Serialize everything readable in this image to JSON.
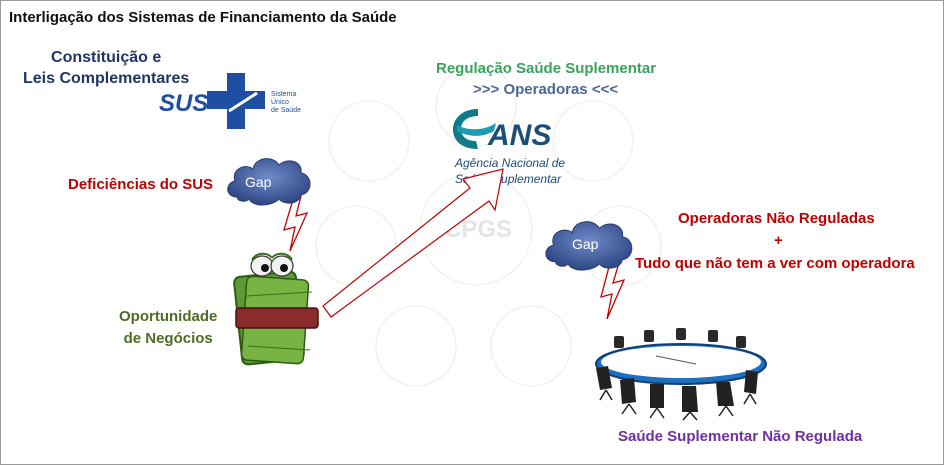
{
  "title": "Interligação dos Sistemas de Financiamento da Saúde",
  "constitution": {
    "line1": "Constituição e",
    "line2": "Leis Complementares"
  },
  "sus_logo": {
    "acronym": "SUS",
    "line1": "Sistema",
    "line2": "Único",
    "line3": "de Saúde"
  },
  "regulation": {
    "title": "Regulação Saúde Suplementar",
    "subtitle": ">>> Operadoras <<<"
  },
  "ans_logo": {
    "acronym": "ANS",
    "line1": "Agência Nacional de",
    "line2": "Saúde Suplementar"
  },
  "gap_left": {
    "label": "Gap"
  },
  "gap_right": {
    "label": "Gap"
  },
  "deficiencias": "Deficiências do SUS",
  "oportunidade": {
    "line1": "Oportunidade",
    "line2": "de Negócios"
  },
  "nao_reguladas": {
    "line1": "Operadoras Não Reguladas",
    "plus": "+",
    "line2": "Tudo que não tem a ver com operadora"
  },
  "footer_label": "Saúde Suplementar Não Regulada",
  "watermark": {
    "center_text": "CPGS"
  },
  "colors": {
    "dark_blue": "#1f3566",
    "green": "#3aa35b",
    "slate_blue": "#4c6796",
    "red": "#c00000",
    "olive": "#4e6c24",
    "purple": "#7030a0",
    "cloud_blue": "#3e5a9c",
    "sus_blue": "#1e4fa3"
  },
  "icons": [
    "sus-cross-icon",
    "ans-swoosh-icon",
    "gap-cloud-icon",
    "lightning-icon",
    "money-character-icon",
    "conference-table-icon"
  ]
}
